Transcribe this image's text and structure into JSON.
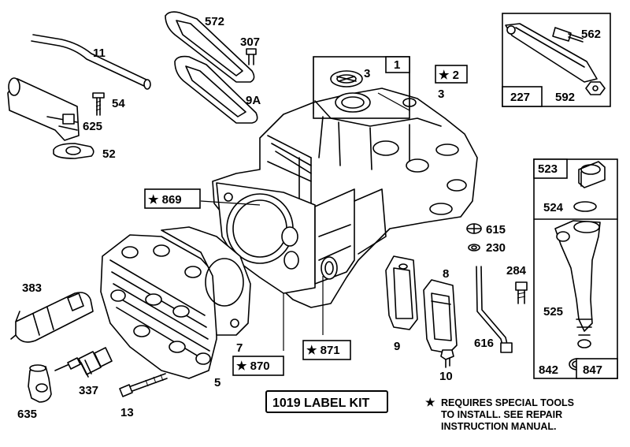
{
  "labels": {
    "l11": "11",
    "l54": "54",
    "l625": "625",
    "l52": "52",
    "l572": "572",
    "l307": "307",
    "l9A": "9A",
    "l1": "1",
    "l2": "★ 2",
    "l3a": "3",
    "l3b": "3",
    "l562": "562",
    "l227": "227",
    "l592": "592",
    "l523": "523",
    "l524": "524",
    "l615": "615",
    "l230": "230",
    "l869": "★ 869",
    "l284": "284",
    "l525": "525",
    "l383": "383",
    "l8": "8",
    "l9": "9",
    "l616": "616",
    "l7": "7",
    "l870": "★ 870",
    "l871": "★ 871",
    "l10": "10",
    "l842": "842",
    "l847": "847",
    "l337": "337",
    "l5": "5",
    "l13": "13",
    "l635": "635"
  },
  "label_kit": "1019 LABEL KIT",
  "note": {
    "star": "★",
    "line1": "REQUIRES SPECIAL TOOLS",
    "line2": "TO INSTALL.  SEE REPAIR",
    "line3": "INSTRUCTION MANUAL."
  }
}
